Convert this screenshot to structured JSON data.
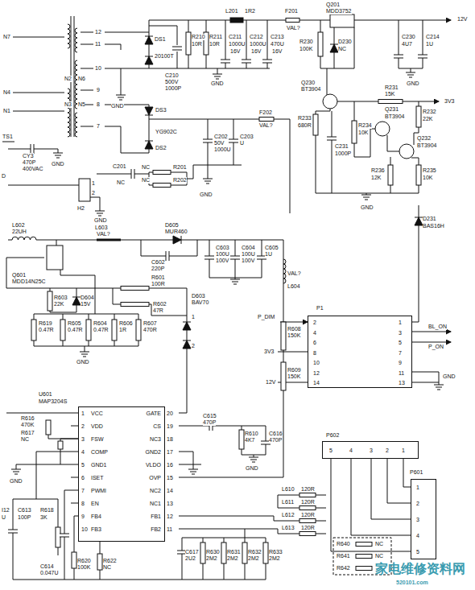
{
  "diagram": {
    "nodes": [
      {
        "text": [
          "U601",
          "MAP3204S",
          "1",
          "VCC",
          "20",
          "GATE",
          "2",
          "VDD",
          "19",
          "CS",
          "3",
          "FSW",
          "18",
          "NC3",
          "4",
          "COMP",
          "17",
          "GND2",
          "5",
          "GND1",
          "16",
          "VLDO",
          "6",
          "ISET",
          "15",
          "OVP",
          "7",
          "PWMI",
          "14",
          "NC2",
          "8",
          "EN",
          "13",
          "NC1",
          "9",
          "FB4",
          "12",
          "FB1",
          "10",
          "FB3",
          "11",
          "FB2"
        ]
      },
      {
        "text": [
          "P1",
          "1",
          "2",
          "3",
          "4",
          "5",
          "6",
          "7",
          "8",
          "9",
          "10",
          "11",
          "12",
          "13",
          "14"
        ]
      },
      {
        "text": [
          "P602",
          "5",
          "4",
          "3",
          "2",
          "1"
        ]
      },
      {
        "text": [
          "P601",
          "1",
          "2",
          "3",
          "4",
          "5"
        ]
      }
    ],
    "edges": [
      {
        "from": 2,
        "to": 3,
        "arrow": "none"
      },
      {
        "from": 2,
        "to": 3,
        "arrow": "none"
      },
      {
        "from": 2,
        "to": 3,
        "arrow": "none"
      },
      {
        "from": 2,
        "to": 3,
        "arrow": "none"
      },
      {
        "from": 2,
        "to": 3,
        "arrow": "none"
      }
    ],
    "labels": [
      "N7",
      "N4",
      "N1",
      "12",
      "11",
      "10",
      "N2",
      "N6",
      "9",
      "N3",
      "N5",
      "8",
      "7",
      "DS1",
      "20100T",
      "C210",
      "500V",
      "1000P",
      "GND",
      "R210",
      "10R",
      "R211",
      "10R",
      "C211",
      "1000U",
      "16V",
      "C212",
      "1000U",
      "16V",
      "C213",
      "470U",
      "16V",
      "L201",
      "1R2",
      "F201",
      "VAL?",
      "Q201",
      "MDD3752",
      "12V",
      "GND",
      "R230",
      "100K",
      "D230",
      "NC",
      "C230",
      "4U7",
      "C214",
      "1U",
      "GND",
      "Q230",
      "BT3904",
      "R231",
      "15K",
      "3V3",
      "R232",
      "22K",
      "R233",
      "680R",
      "C231",
      "1000P",
      "R234",
      "10K",
      "Q231",
      "BT3904",
      "Q232",
      "BT3904",
      "R236",
      "12K",
      "R235",
      "10K",
      "GND",
      "D231",
      "BAS16H",
      "DS3",
      "YG902C",
      "DS2",
      "F202",
      "VAL?",
      "C202",
      "50V",
      "1000U",
      "C203",
      "U",
      "GND",
      "C201",
      "NC",
      "NC",
      "R201",
      "NC",
      "R202",
      "GND",
      "TS1",
      "CY3",
      "470P",
      "400VAC",
      "D",
      "H2",
      "GND",
      "1",
      "2",
      "L602",
      "22UH",
      "L603",
      "VAL?",
      "D605",
      "MUR460",
      "C602",
      "220P",
      "C603",
      "100U",
      "100V",
      "C604",
      "100U",
      "100V",
      "C605",
      "1U",
      "VAL?",
      "L604",
      "Q601",
      "MDD14N25C",
      "R601",
      "100R",
      "R603",
      "22K",
      "D604",
      "15V",
      "R602",
      "47R",
      "D603",
      "BAV70",
      "1",
      "2",
      "R619",
      "0.47R",
      "R605",
      "0.47R",
      "R604",
      "0.47R",
      "R606",
      "1R",
      "R607",
      "470R",
      "GND",
      "R616",
      "470K",
      "R617",
      "NC",
      "GND",
      "I12",
      "C613",
      "R618",
      "U",
      "100P",
      "3K",
      "C614",
      "0.047U",
      "R620",
      "100K",
      "R622",
      "NC",
      "C615",
      "470P",
      "R610",
      "4K7",
      "C616",
      "470P",
      "GND",
      "R608",
      "150K",
      "R609",
      "150K",
      "P_DIM",
      "3V3",
      "12V",
      "BL_ON",
      "P_ON",
      "GND",
      "C617",
      "2U2",
      "R630",
      "2M2",
      "R631",
      "2M2",
      "R632",
      "2M2",
      "R633",
      "2M2",
      "L610",
      "120R",
      "L611",
      "120R",
      "L612",
      "120R",
      "L613",
      "120R",
      "R640",
      "R641",
      "R642",
      "NC",
      "NC",
      "家电维修资料网",
      "520101.com"
    ]
  }
}
